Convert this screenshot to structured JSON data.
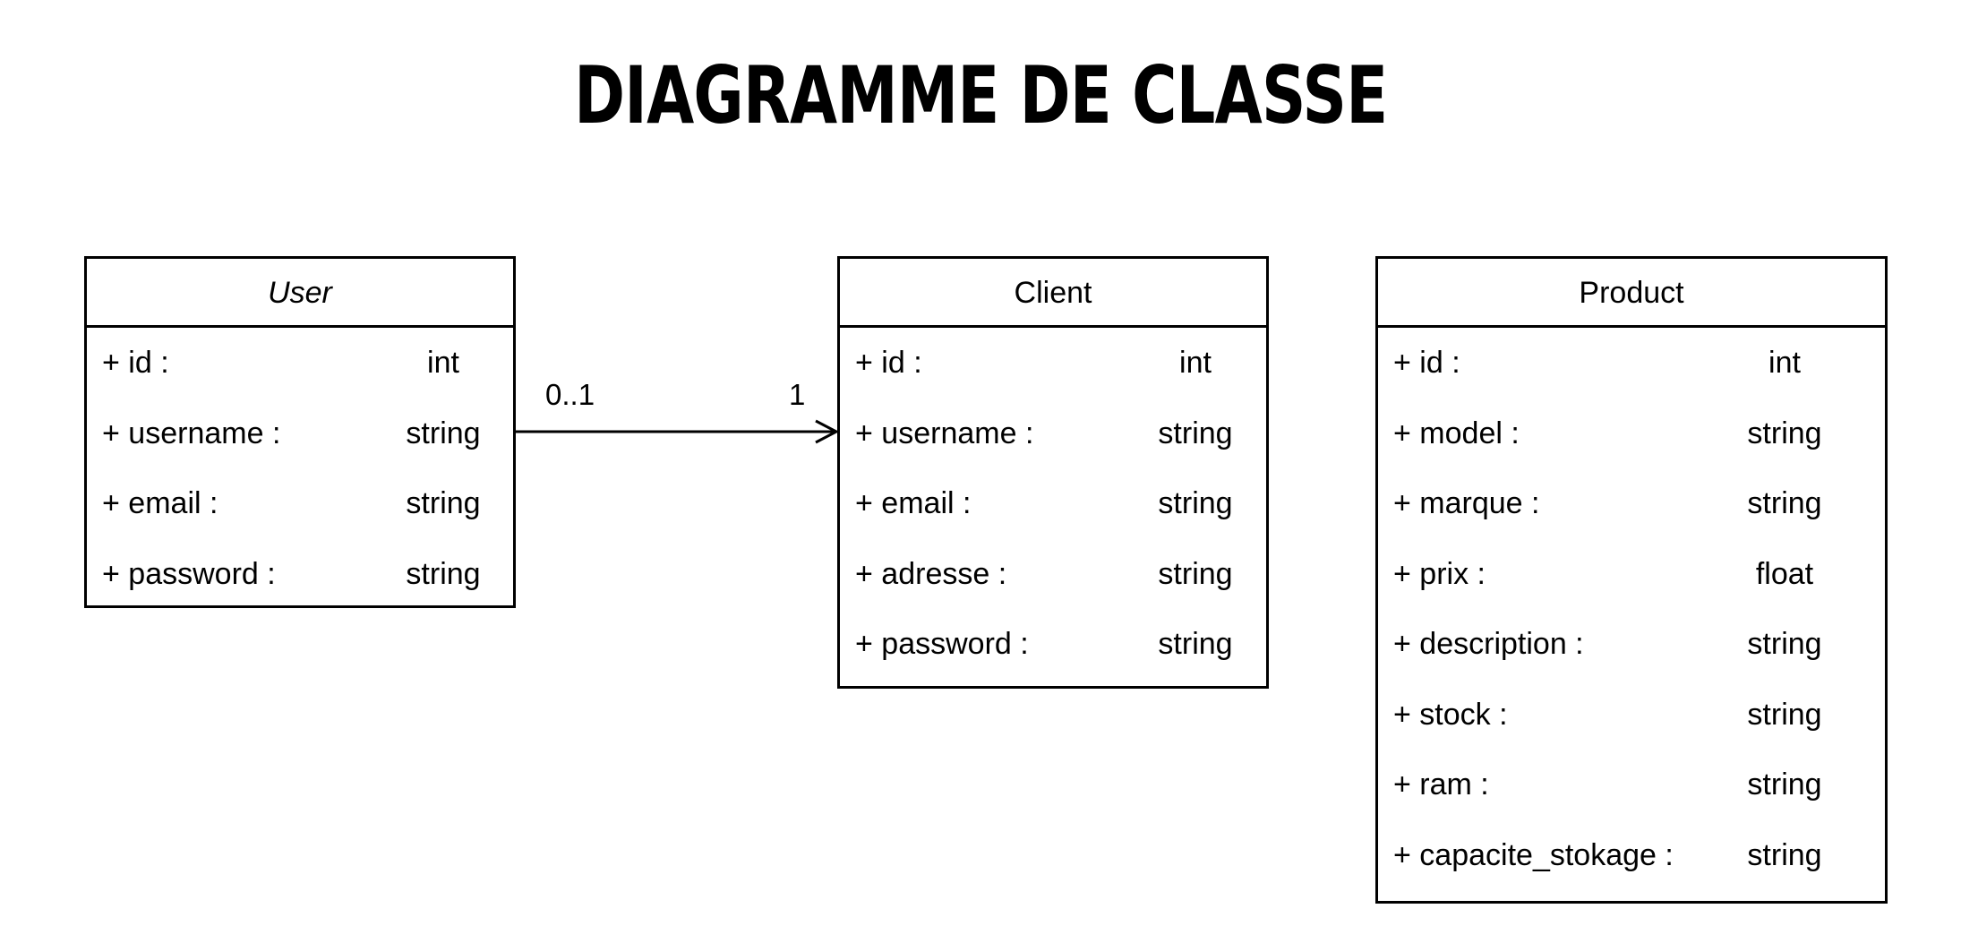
{
  "title": "DIAGRAMME DE CLASSE",
  "classes": {
    "user": {
      "name": "User",
      "abstract": true,
      "attributes": [
        {
          "name": "+ id :",
          "type": "int"
        },
        {
          "name": "+ username :",
          "type": "string"
        },
        {
          "name": "+ email :",
          "type": "string"
        },
        {
          "name": "+ password :",
          "type": "string"
        }
      ]
    },
    "client": {
      "name": "Client",
      "abstract": false,
      "attributes": [
        {
          "name": "+ id :",
          "type": "int"
        },
        {
          "name": "+ username :",
          "type": "string"
        },
        {
          "name": "+ email :",
          "type": "string"
        },
        {
          "name": "+ adresse :",
          "type": "string"
        },
        {
          "name": "+ password :",
          "type": "string"
        }
      ]
    },
    "product": {
      "name": "Product",
      "abstract": false,
      "attributes": [
        {
          "name": "+ id :",
          "type": "int"
        },
        {
          "name": "+ model :",
          "type": "string"
        },
        {
          "name": "+ marque :",
          "type": "string"
        },
        {
          "name": "+ prix :",
          "type": "float"
        },
        {
          "name": "+ description :",
          "type": "string"
        },
        {
          "name": "+ stock :",
          "type": "string"
        },
        {
          "name": "+ ram :",
          "type": "string"
        },
        {
          "name": "+ capacite_stokage :",
          "type": "string"
        }
      ]
    }
  },
  "association": {
    "source_multiplicity": "0..1",
    "target_multiplicity": "1"
  }
}
